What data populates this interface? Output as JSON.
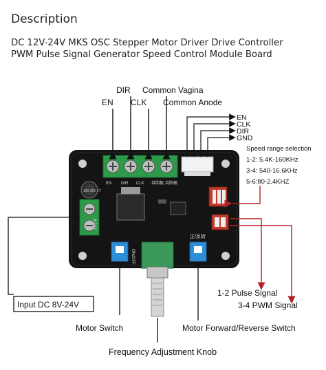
{
  "header": {
    "title": "Description",
    "subtitle_line1": "DC 12V-24V MKS OSC Stepper Motor Driver Drive Controller",
    "subtitle_line2": "PWM Pulse Signal Generator Speed Control Module Board"
  },
  "callouts": {
    "dir": "DIR",
    "common_vagina": "Common Vagina",
    "en": "EN",
    "clk": "CLK",
    "common_anode": "Common Anode",
    "right_en": "EN",
    "right_clk": "CLK",
    "right_dir": "DIR",
    "right_gnd": "GND",
    "speed_title": "Speed range selection",
    "speed_1": "1-2: 5.4K-160KHz",
    "speed_2": "3-4: 540-16.6KHz",
    "speed_3": "5-6:80-2.4KHZ",
    "pulse_signal": "1-2 Pulse Signal",
    "pwm_signal": "3-4 PWM Signal",
    "input_dc": "Input DC 8V-24V",
    "motor_switch": "Motor Switch",
    "forward_reverse": "Motor Forward/Reverse Switch",
    "freq_knob": "Frequency Adjustment Knob"
  },
  "board": {
    "silk_en": "EN",
    "silk_dir": "DIR",
    "silk_clk": "CLK",
    "silk_common": "共阴极",
    "silk_anode": "共阳极",
    "silk_on_off": "ON/OFF",
    "silk_fwd_rev": "正/反转",
    "silk_power": "8-24V",
    "cap_value": "100 35V 1T"
  },
  "colors": {
    "board": "#141414",
    "terminal": "#2d9a4a",
    "switch": "#2f8fd6",
    "callout_line": "#b22222"
  }
}
